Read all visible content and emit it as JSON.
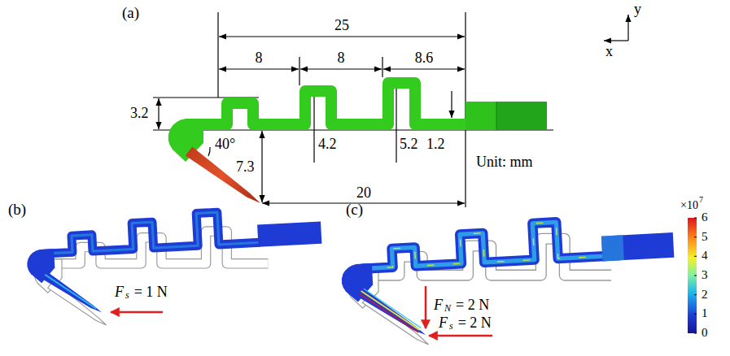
{
  "diagram": {
    "labels": [
      "(a)",
      "25",
      "8",
      "8",
      "8.6",
      "3.2",
      "4.2",
      "5.2",
      "1.2",
      "7.3",
      "20",
      "40°",
      "Unit: mm",
      "y",
      "x",
      "(b)",
      "F",
      "s",
      "= 1 N",
      "(c)",
      "F",
      "N",
      "= 2 N",
      "F",
      "s",
      "= 2 N",
      "×10",
      "7",
      "6",
      "5",
      "4",
      "3",
      "2",
      "1",
      "0"
    ]
  }
}
